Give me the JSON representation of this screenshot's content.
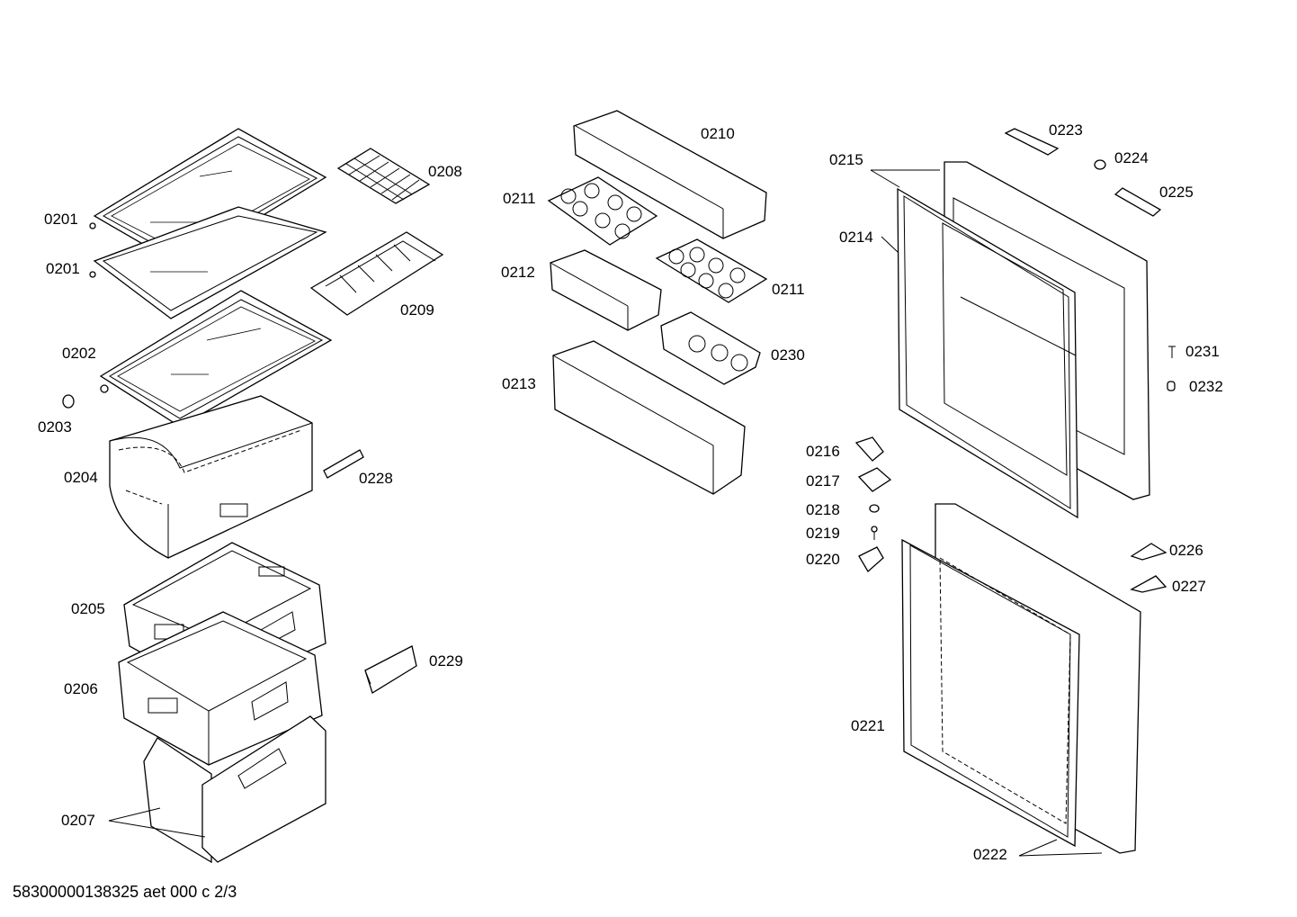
{
  "labels": {
    "l0201a": "0201",
    "l0201b": "0201",
    "l0202": "0202",
    "l0203": "0203",
    "l0204": "0204",
    "l0205": "0205",
    "l0206": "0206",
    "l0207": "0207",
    "l0208": "0208",
    "l0209": "0209",
    "l0228": "0228",
    "l0229": "0229",
    "l0210": "0210",
    "l0211a": "0211",
    "l0211b": "0211",
    "l0212": "0212",
    "l0213": "0213",
    "l0230": "0230",
    "l0215": "0215",
    "l0214": "0214",
    "l0223": "0223",
    "l0224": "0224",
    "l0225": "0225",
    "l0231": "0231",
    "l0232": "0232",
    "l0216": "0216",
    "l0217": "0217",
    "l0218": "0218",
    "l0219": "0219",
    "l0220": "0220",
    "l0226": "0226",
    "l0227": "0227",
    "l0221": "0221",
    "l0222": "0222"
  },
  "footer": "58300000138325 aet 000 c 2/3"
}
